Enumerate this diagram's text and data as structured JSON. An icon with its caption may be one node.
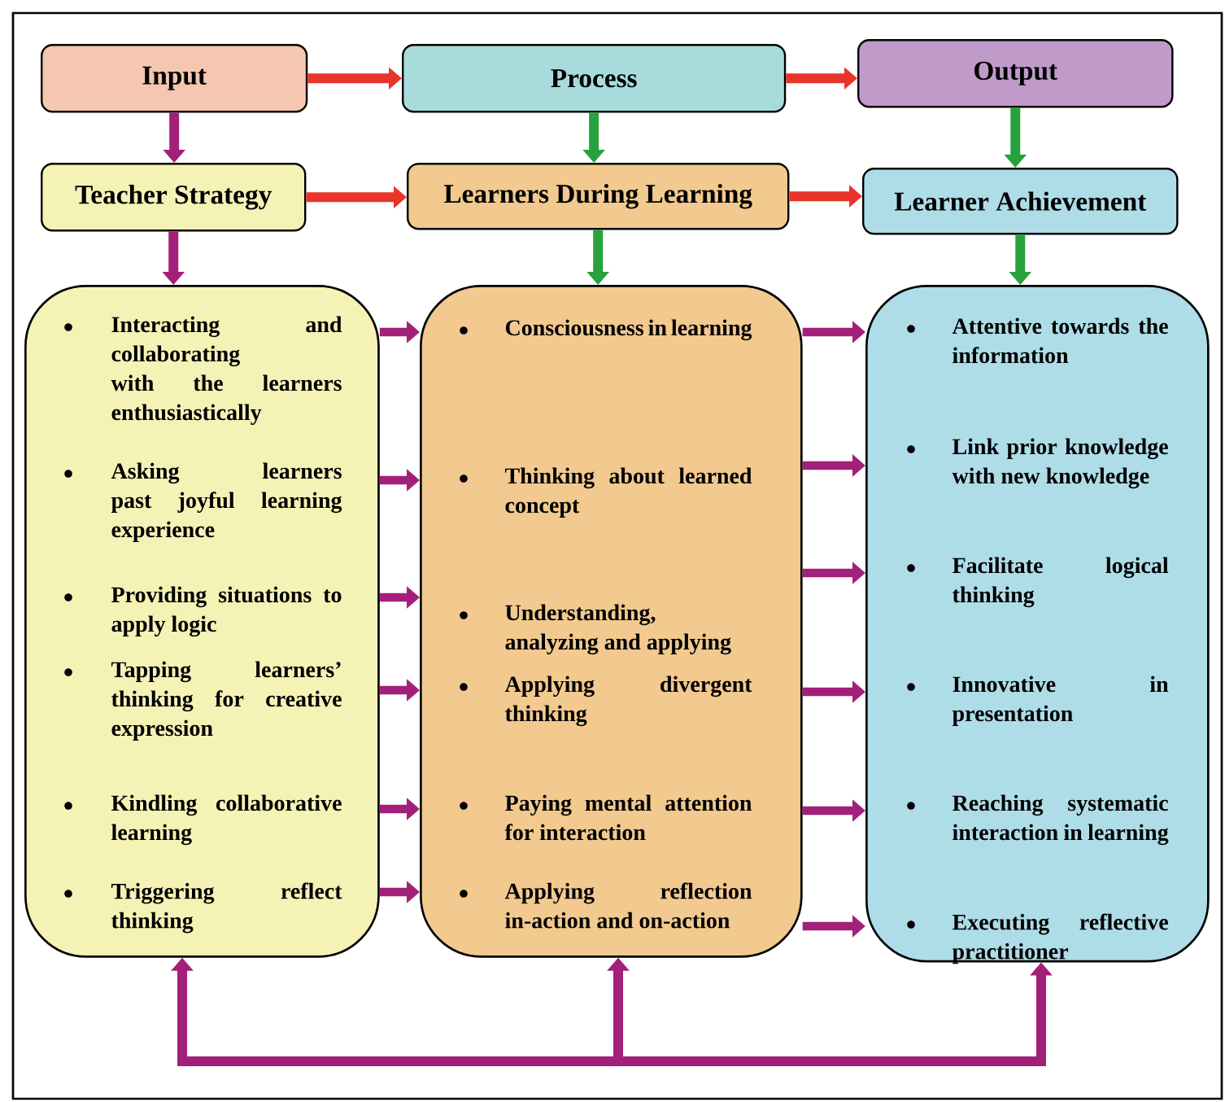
{
  "diagram": {
    "nodes": [
      {
        "text": [
          "Input"
        ]
      },
      {
        "text": [
          "Process"
        ]
      },
      {
        "text": [
          "Output"
        ]
      },
      {
        "text": [
          "Teacher Strategy"
        ]
      },
      {
        "text": [
          "Learners During Learning"
        ]
      },
      {
        "text": [
          "Learner Achievement"
        ]
      },
      {
        "text": [
          "Interacting and collaborating with the learners enthusiastically",
          "Asking learners past joyful learning experience",
          "Providing situations to apply logic",
          "Tapping learners’ thinking for creative expression",
          "Kindling collaborative learning",
          "Triggering reflect thinking"
        ]
      },
      {
        "text": [
          "Consciousness in learning",
          "Thinking about learned concept",
          "Understanding, analyzing and applying",
          "Applying divergent thinking",
          "Paying mental attention for interaction",
          "Applying reflection in-action and on-action"
        ]
      },
      {
        "text": [
          "Attentive towards the information",
          "Link prior knowledge with new knowledge",
          "Facilitate logical thinking",
          "Innovative in presentation",
          "Reaching systematic interaction in learning",
          "Executing reflective practitioner"
        ]
      }
    ],
    "edges": [
      {
        "from": 0,
        "to": 1,
        "arrow": "to",
        "color": "#e8352a"
      },
      {
        "from": 1,
        "to": 2,
        "arrow": "to",
        "color": "#e8352a"
      },
      {
        "from": 0,
        "to": 3,
        "arrow": "to"
      },
      {
        "from": 1,
        "to": 4,
        "arrow": "to",
        "color": "#27a23c"
      },
      {
        "from": 2,
        "to": 5,
        "arrow": "to",
        "color": "#27a23c"
      },
      {
        "from": 3,
        "to": 4,
        "arrow": "to",
        "color": "#e8352a"
      },
      {
        "from": 4,
        "to": 5,
        "arrow": "to",
        "color": "#e8352a"
      },
      {
        "from": 3,
        "to": 6,
        "arrow": "to"
      },
      {
        "from": 4,
        "to": 7,
        "arrow": "to",
        "color": "#27a23c"
      },
      {
        "from": 5,
        "to": 8,
        "arrow": "to",
        "color": "#27a23c"
      },
      {
        "from": 6,
        "to": 7,
        "arrow": "to"
      },
      {
        "from": 6,
        "to": 7,
        "arrow": "to"
      },
      {
        "from": 6,
        "to": 7,
        "arrow": "to"
      },
      {
        "from": 6,
        "to": 7,
        "arrow": "to"
      },
      {
        "from": 6,
        "to": 7,
        "arrow": "to"
      },
      {
        "from": 6,
        "to": 7,
        "arrow": "to"
      },
      {
        "from": 7,
        "to": 8,
        "arrow": "to"
      },
      {
        "from": 7,
        "to": 8,
        "arrow": "to"
      },
      {
        "from": 7,
        "to": 8,
        "arrow": "to"
      },
      {
        "from": 7,
        "to": 8,
        "arrow": "to"
      },
      {
        "from": 7,
        "to": 8,
        "arrow": "to"
      },
      {
        "from": 7,
        "to": 8,
        "arrow": "to"
      },
      {
        "from": 8,
        "to": 6,
        "arrow": "both"
      },
      {
        "from": null,
        "to": 7,
        "arrow": "to"
      }
    ]
  }
}
